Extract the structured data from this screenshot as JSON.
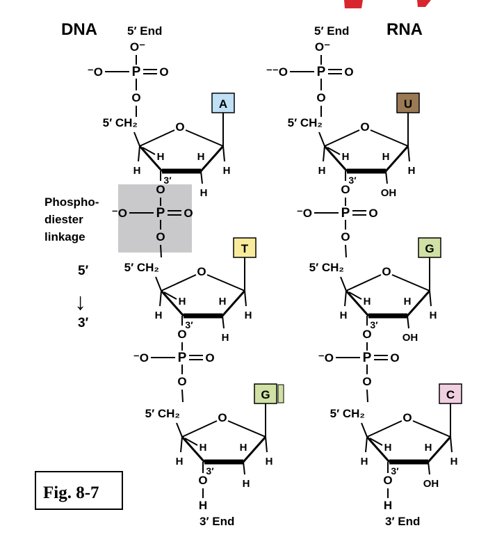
{
  "header": {
    "dna_title": "DNA",
    "rna_title": "RNA",
    "five_prime_end": "5′ End",
    "three_prime_end": "3′ End"
  },
  "labels": {
    "linkage_line1": "Phospho-",
    "linkage_line2": "diester",
    "linkage_line3": "linkage",
    "direction_top": "5′",
    "direction_arrow": "↓",
    "direction_bottom": "3′",
    "figure_label": "Fig. 8-7"
  },
  "atoms": {
    "O": "O",
    "O_minus": "O⁻",
    "P": "P",
    "H": "H",
    "OH": "OH",
    "CH2": "5′ CH₂",
    "three_prime": "3′",
    "neg_O": "⁻O"
  },
  "dna_bases": [
    "A",
    "T",
    "G"
  ],
  "rna_bases": [
    "U",
    "G",
    "C"
  ],
  "colors": {
    "A": "#bfe0f5",
    "T": "#f8eb9b",
    "G": "#cfe1a4",
    "U": "#9a7a55",
    "C": "#f0cfe0",
    "linkage_highlight": "#c9c9cb",
    "title_accent": "#d8262e"
  }
}
